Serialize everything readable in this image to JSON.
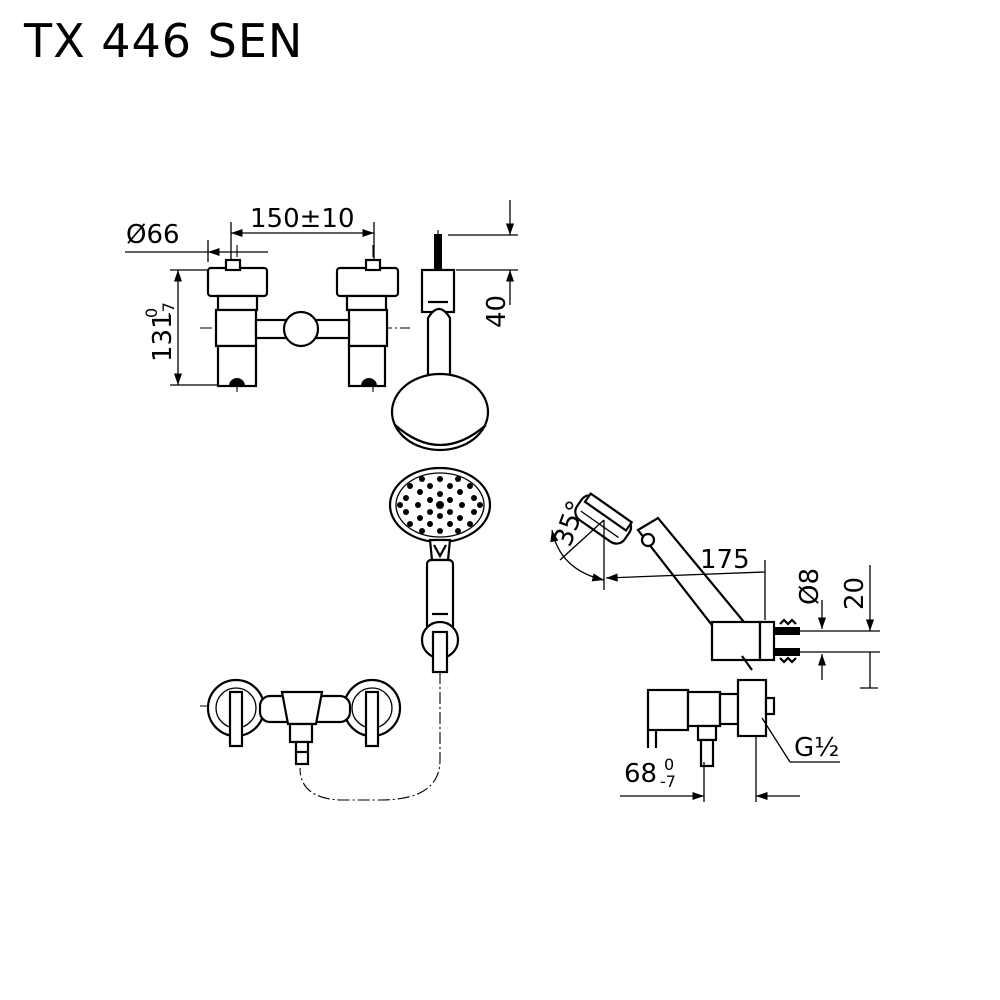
{
  "title": "TX 446 SEN",
  "dimensions": {
    "diameter_body": "Ø66",
    "spacing": "150±10",
    "height_main": "131",
    "height_tol_upper": "0",
    "height_tol_lower": "-7",
    "holder_height": "40",
    "angle": "35°",
    "length_175": "175",
    "diameter_hole": "Ø8",
    "hole_spacing": "20",
    "projection": "68",
    "projection_tol_upper": "0",
    "projection_tol_lower": "-7",
    "thread": "G½"
  }
}
